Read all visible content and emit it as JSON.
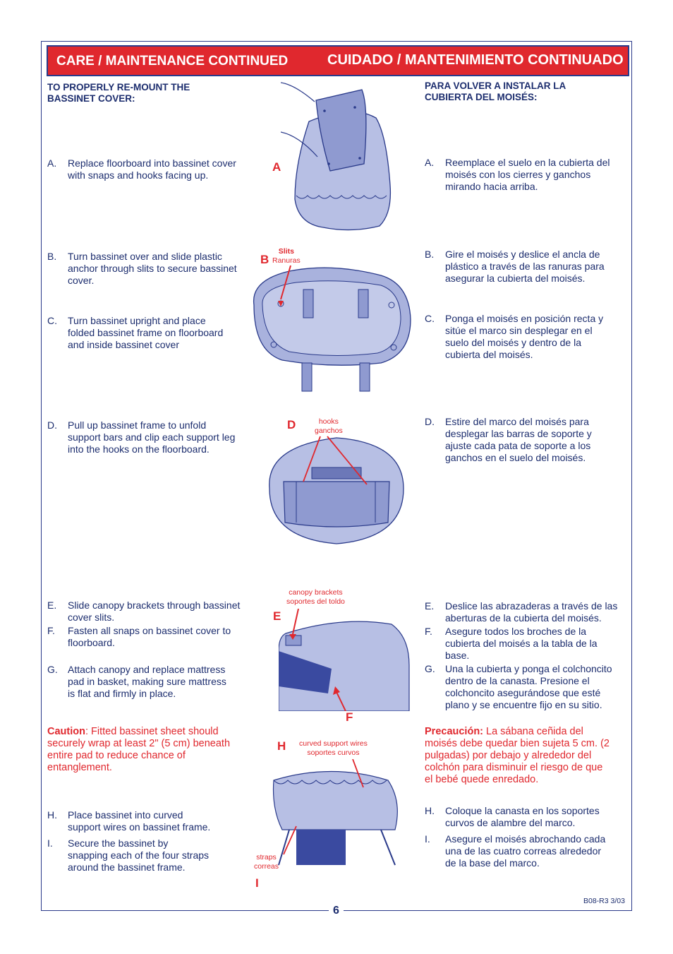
{
  "header": {
    "title_en": "CARE / MAINTENANCE CONTINUED",
    "title_es": "CUIDADO / MANTENIMIENTO CONTINUADO"
  },
  "english": {
    "heading": [
      "TO PROPERLY RE-MOUNT THE",
      "BASSINET COVER:"
    ],
    "steps": [
      {
        "letter": "A.",
        "lines": [
          "Replace floorboard into bassinet cover",
          "with snaps and hooks facing up."
        ]
      },
      {
        "letter": "B.",
        "lines": [
          "Turn bassinet over and slide plastic",
          "anchor through slits to secure bassinet",
          "cover."
        ]
      },
      {
        "letter": "C.",
        "lines": [
          "Turn bassinet upright and place",
          "folded bassinet frame on floorboard",
          "and inside bassinet cover"
        ]
      },
      {
        "letter": "D.",
        "lines": [
          "Pull up bassinet frame to unfold",
          "support bars and clip each support leg",
          "into the hooks on the floorboard."
        ]
      },
      {
        "letter": "E.",
        "lines": [
          "Slide canopy brackets through bassinet",
          "cover slits."
        ]
      },
      {
        "letter": "F.",
        "lines": [
          "Fasten all snaps on bassinet cover to",
          "floorboard."
        ]
      },
      {
        "letter": "G.",
        "lines": [
          "Attach canopy and replace mattress",
          "pad in basket, making sure mattress",
          "is flat and firmly in place."
        ]
      },
      {
        "letter": "H.",
        "lines": [
          "Place bassinet into curved",
          "support wires on bassinet frame."
        ]
      },
      {
        "letter": "I.",
        "lines": [
          "Secure the bassinet by",
          "snapping each of the four straps",
          "around the bassinet frame."
        ]
      }
    ],
    "caution_label": "Caution",
    "caution_lines": [
      ":  Fitted bassinet sheet should",
      "securely wrap at least 2\" (5 cm) beneath",
      "entire pad to reduce chance of",
      "entanglement."
    ]
  },
  "spanish": {
    "heading": [
      "PARA VOLVER A INSTALAR LA",
      "CUBIERTA DEL MOISÉS:"
    ],
    "steps": [
      {
        "letter": "A.",
        "lines": [
          "Reemplace el suelo en la cubierta del",
          "moisés con los cierres y ganchos",
          "mirando hacia arriba."
        ]
      },
      {
        "letter": "B.",
        "lines": [
          "Gire el moisés y deslice el ancla de",
          "plástico a través de las ranuras para",
          "asegurar la cubierta del moisés."
        ]
      },
      {
        "letter": "C.",
        "lines": [
          "Ponga el moisés en posición recta y",
          "sitúe el marco sin desplegar en el",
          "suelo del moisés y dentro de la",
          "cubierta del moisés."
        ]
      },
      {
        "letter": "D.",
        "lines": [
          "Estire del marco del moisés para",
          "desplegar las barras de soporte y",
          "ajuste cada pata de soporte a los",
          "ganchos en el suelo del moisés."
        ]
      },
      {
        "letter": "E.",
        "lines": [
          "Deslice las abrazaderas a través de las",
          "aberturas de la cubierta del moisés."
        ]
      },
      {
        "letter": "F.",
        "lines": [
          "Asegure todos los broches de la",
          "cubierta del moisés a la tabla de la",
          "base."
        ]
      },
      {
        "letter": "G.",
        "lines": [
          "Una la cubierta y ponga el colchoncito",
          "dentro de la canasta.  Presione el",
          "colchoncito asegurándose que esté",
          "plano y se encuentre fijo en su sitio."
        ]
      },
      {
        "letter": "H.",
        "lines": [
          "Coloque la canasta en los soportes",
          "curvos de alambre del marco."
        ]
      },
      {
        "letter": "I.",
        "lines": [
          "Asegure el moisés abrochando cada",
          "una de las cuatro correas alrededor",
          "de la base del marco."
        ]
      }
    ],
    "caution_label": "Precaución:",
    "caution_lines": [
      " La sábana ceñida del",
      "moisés debe quedar bien sujeta 5 cm. (2",
      "pulgadas) por debajo y alrededor del",
      "colchón para disminuir el riesgo de que",
      "el bebé quede enredado."
    ]
  },
  "figures": {
    "a": "A",
    "b": "B",
    "d": "D",
    "e": "E",
    "f": "F",
    "h": "H",
    "i": "I",
    "slits_en": "Slits",
    "slits_es": "Ranuras",
    "hooks_en": "hooks",
    "hooks_es": "ganchos",
    "canopy_en": "canopy brackets",
    "canopy_es": "soportes del toldo",
    "curved_en": "curved support wires",
    "curved_es": "soportes curvos",
    "straps_en": "straps",
    "straps_es": "correas"
  },
  "footer": {
    "page_number": "6",
    "doc_code": "B08-R3 3/03"
  },
  "colors": {
    "red": "#e0282e",
    "navy": "#1c2d6e",
    "illustration_fill": "#a9b2dd"
  }
}
